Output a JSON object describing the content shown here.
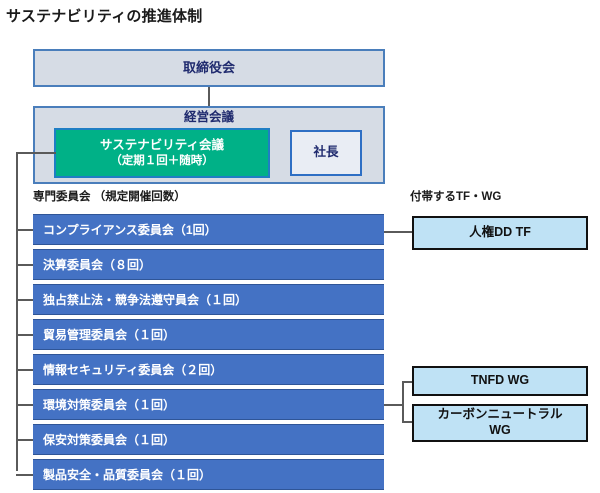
{
  "page": {
    "title": "サステナビリティの推進体制"
  },
  "board": {
    "label": "取締役会"
  },
  "management": {
    "title": "経営会議",
    "sustainability_meeting": {
      "line1": "サステナビリティ会議",
      "line2": "（定期１回＋随時）"
    },
    "president": "社長"
  },
  "committees": {
    "section_label": "専門委員会 （規定開催回数）",
    "items": [
      {
        "label": "コンプライアンス委員会（1回）"
      },
      {
        "label": "決算委員会（８回）"
      },
      {
        "label": "独占禁止法・競争法遵守員会（１回）"
      },
      {
        "label": "貿易管理委員会（１回）"
      },
      {
        "label": "情報セキュリティ委員会（２回）"
      },
      {
        "label": "環境対策委員会（１回）"
      },
      {
        "label": "保安対策委員会（１回）"
      },
      {
        "label": "製品安全・品質委員会（１回）"
      }
    ]
  },
  "tfwg": {
    "section_label": "付帯するTF・WG",
    "human_rights": "人権DD TF",
    "tnfd": "TNFD WG",
    "carbon_neutral": {
      "line1": "カーボンニュートラル",
      "line2": "WG"
    }
  },
  "colors": {
    "board_fill": "#d6dce5",
    "board_border": "#4a7ebb",
    "sustainability_fill": "#00b187",
    "committee_fill": "#4472c4",
    "tfwg_fill": "#bfe2f5",
    "connector": "#5a5a5a",
    "heading_text": "#1f2a6e"
  }
}
